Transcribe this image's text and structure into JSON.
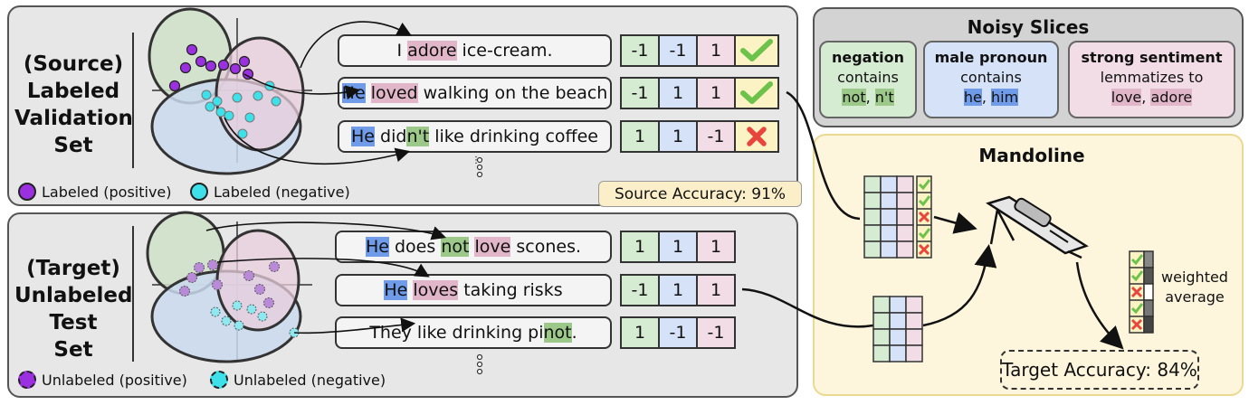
{
  "source": {
    "label_lines": [
      "(Source)",
      "Labeled",
      "Validation",
      "Set"
    ],
    "rows": [
      {
        "segments": [
          {
            "text": "I ",
            "hl": ""
          },
          {
            "text": "adore",
            "hl": "pink"
          },
          {
            "text": " ice-cream.",
            "hl": ""
          }
        ],
        "values": [
          "-1",
          "-1",
          "1"
        ],
        "mark": "check"
      },
      {
        "segments": [
          {
            "text": "He",
            "hl": "blue"
          },
          {
            "text": " ",
            "hl": ""
          },
          {
            "text": "loved",
            "hl": "pink"
          },
          {
            "text": " walking on the beach",
            "hl": ""
          }
        ],
        "values": [
          "-1",
          "1",
          "1"
        ],
        "mark": "check"
      },
      {
        "segments": [
          {
            "text": "He",
            "hl": "blue"
          },
          {
            "text": " did",
            "hl": ""
          },
          {
            "text": "n't",
            "hl": "green"
          },
          {
            "text": " like drinking coffee",
            "hl": ""
          }
        ],
        "values": [
          "1",
          "1",
          "-1"
        ],
        "mark": "cross"
      }
    ],
    "legend_positive": "Labeled (positive)",
    "legend_negative": "Labeled (negative)",
    "accuracy": "Source Accuracy: 91%"
  },
  "target": {
    "label_lines": [
      "(Target)",
      "Unlabeled",
      "Test",
      "Set"
    ],
    "rows": [
      {
        "segments": [
          {
            "text": "He",
            "hl": "blue"
          },
          {
            "text": " does ",
            "hl": ""
          },
          {
            "text": "not",
            "hl": "green"
          },
          {
            "text": " ",
            "hl": ""
          },
          {
            "text": "love",
            "hl": "pink"
          },
          {
            "text": " scones.",
            "hl": ""
          }
        ],
        "values": [
          "1",
          "1",
          "1"
        ]
      },
      {
        "segments": [
          {
            "text": "He",
            "hl": "blue"
          },
          {
            "text": " ",
            "hl": ""
          },
          {
            "text": "loves",
            "hl": "pink"
          },
          {
            "text": " taking risks",
            "hl": ""
          }
        ],
        "values": [
          "-1",
          "1",
          "1"
        ]
      },
      {
        "segments": [
          {
            "text": "They like drinking pi",
            "hl": ""
          },
          {
            "text": "not",
            "hl": "green"
          },
          {
            "text": ".",
            "hl": ""
          }
        ],
        "values": [
          "1",
          "-1",
          "-1"
        ]
      }
    ],
    "legend_positive": "Unlabeled (positive)",
    "legend_negative": "Unlabeled (negative)"
  },
  "noisy_slices": {
    "title": "Noisy Slices",
    "slices": [
      {
        "name": "negation",
        "rule": "contains",
        "tokens": [
          "not",
          "n't"
        ],
        "color": "#d6ecd2",
        "token_color": "#9cc88a"
      },
      {
        "name": "male pronoun",
        "rule": "contains",
        "tokens": [
          "he",
          "him"
        ],
        "color": "#d6e2f7",
        "token_color": "#6f9be9"
      },
      {
        "name": "strong sentiment",
        "rule": "lemmatizes to",
        "tokens": [
          "love",
          "adore"
        ],
        "color": "#f2dde7",
        "token_color": "#e2b6c9"
      }
    ]
  },
  "mandoline": {
    "title": "Mandoline",
    "weighted_average": [
      "weighted",
      "average"
    ],
    "target_accuracy": "Target Accuracy: 84%"
  },
  "colors": {
    "positive": "#9b30e0",
    "negative": "#3ee0ea",
    "panel_gray": "#e7e7e7",
    "mandoline_bg": "#fdf6dd",
    "check": "#6cc24a",
    "cross": "#e8453c"
  }
}
